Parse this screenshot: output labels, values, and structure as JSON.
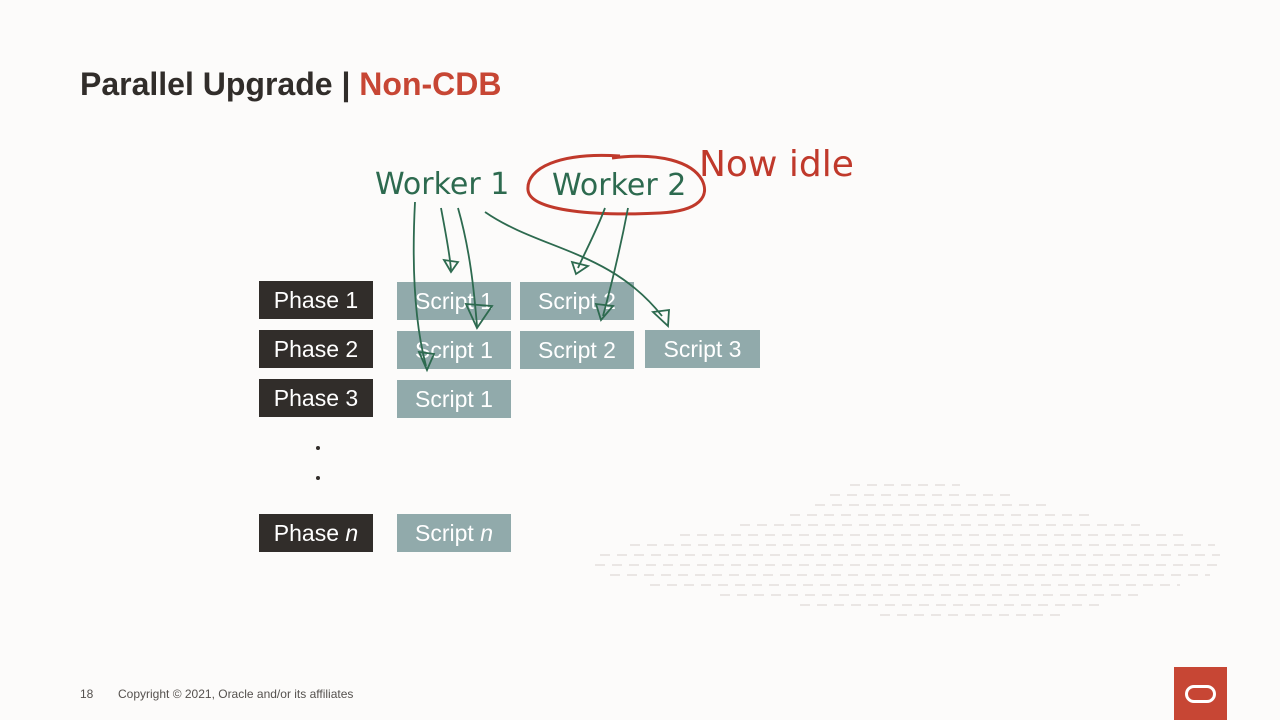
{
  "slide": {
    "title_main": "Parallel Upgrade | ",
    "title_accent": "Non-CDB",
    "page_number": "18",
    "copyright": "Copyright © 2021, Oracle and/or its affiliates"
  },
  "colors": {
    "accent": "#c74634",
    "phase_box": "#312d2a",
    "script_box": "#91aaab",
    "annotation_green": "#2d6a4f",
    "annotation_red": "#c0392b"
  },
  "phases": [
    {
      "label": "Phase 1",
      "scripts": [
        "Script 1",
        "Script 2"
      ]
    },
    {
      "label": "Phase 2",
      "scripts": [
        "Script 1",
        "Script 2",
        "Script 3"
      ]
    },
    {
      "label": "Phase 3",
      "scripts": [
        "Script 1"
      ]
    },
    {
      "label_prefix": "Phase ",
      "label_var": "n",
      "script_prefix": "Script ",
      "script_var": "n"
    }
  ],
  "annotations": {
    "worker1": "Worker 1",
    "worker2": "Worker 2",
    "idle_note": "Now idle"
  },
  "logo_icon": "oracle-logo-icon"
}
